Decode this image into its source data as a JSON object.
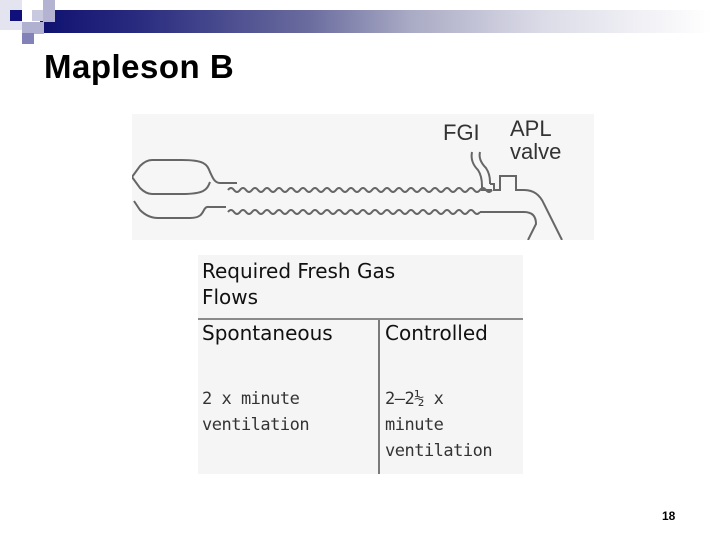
{
  "slide": {
    "title": "Mapleson B",
    "page_number": "18",
    "accent_colors": {
      "dark_navy": "#0f1170",
      "mid_blue": "#6a6c9e",
      "light": "#dcdce8"
    }
  },
  "diagram": {
    "labels": {
      "fgi": "FGI",
      "apl_line1": "APL",
      "apl_line2": "valve"
    }
  },
  "table": {
    "title_line1": "Required Fresh Gas",
    "title_line2": "Flows",
    "columns": [
      "Spontaneous",
      "Controlled"
    ],
    "rows": [
      {
        "spontaneous": [
          "2 x minute",
          "ventilation"
        ],
        "controlled": [
          "2–2½ x",
          "minute",
          "ventilation"
        ]
      }
    ]
  }
}
